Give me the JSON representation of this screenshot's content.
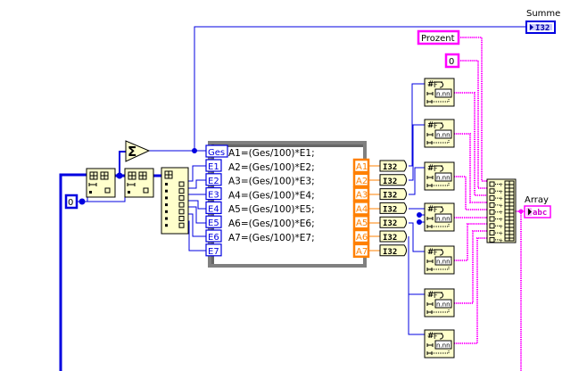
{
  "indicators": {
    "summe": {
      "label": "Summe",
      "type": "I32"
    },
    "array": {
      "label": "Array",
      "type": "abc"
    }
  },
  "constants": {
    "prozent": "Prozent",
    "zero_format": "0",
    "zero_init": "0"
  },
  "formula_node": {
    "inputs": [
      "Ges",
      "E1",
      "E2",
      "E3",
      "E4",
      "E5",
      "E6",
      "E7"
    ],
    "outputs": [
      "A1",
      "A2",
      "A3",
      "A4",
      "A5",
      "A6",
      "A7"
    ],
    "code": [
      "A1=(Ges/100)*E1;",
      "A2=(Ges/100)*E2;",
      "A3=(Ges/100)*E3;",
      "A4=(Ges/100)*E4;",
      "A5=(Ges/100)*E5;",
      "A6=(Ges/100)*E6;",
      "A7=(Ges/100)*E7;"
    ]
  },
  "conversions": [
    "I32",
    "I32",
    "I32",
    "I32",
    "I32",
    "I32",
    "I32"
  ],
  "format_nodes": {
    "count": 7,
    "glyph": "n.nn"
  },
  "add_node": {
    "symbol": "Σ"
  },
  "colors": {
    "wire_int": "#0000e0",
    "wire_string": "#ff00ff",
    "orange": "#ff8000",
    "node_fill": "#ffffcc",
    "frame": "#808080"
  }
}
